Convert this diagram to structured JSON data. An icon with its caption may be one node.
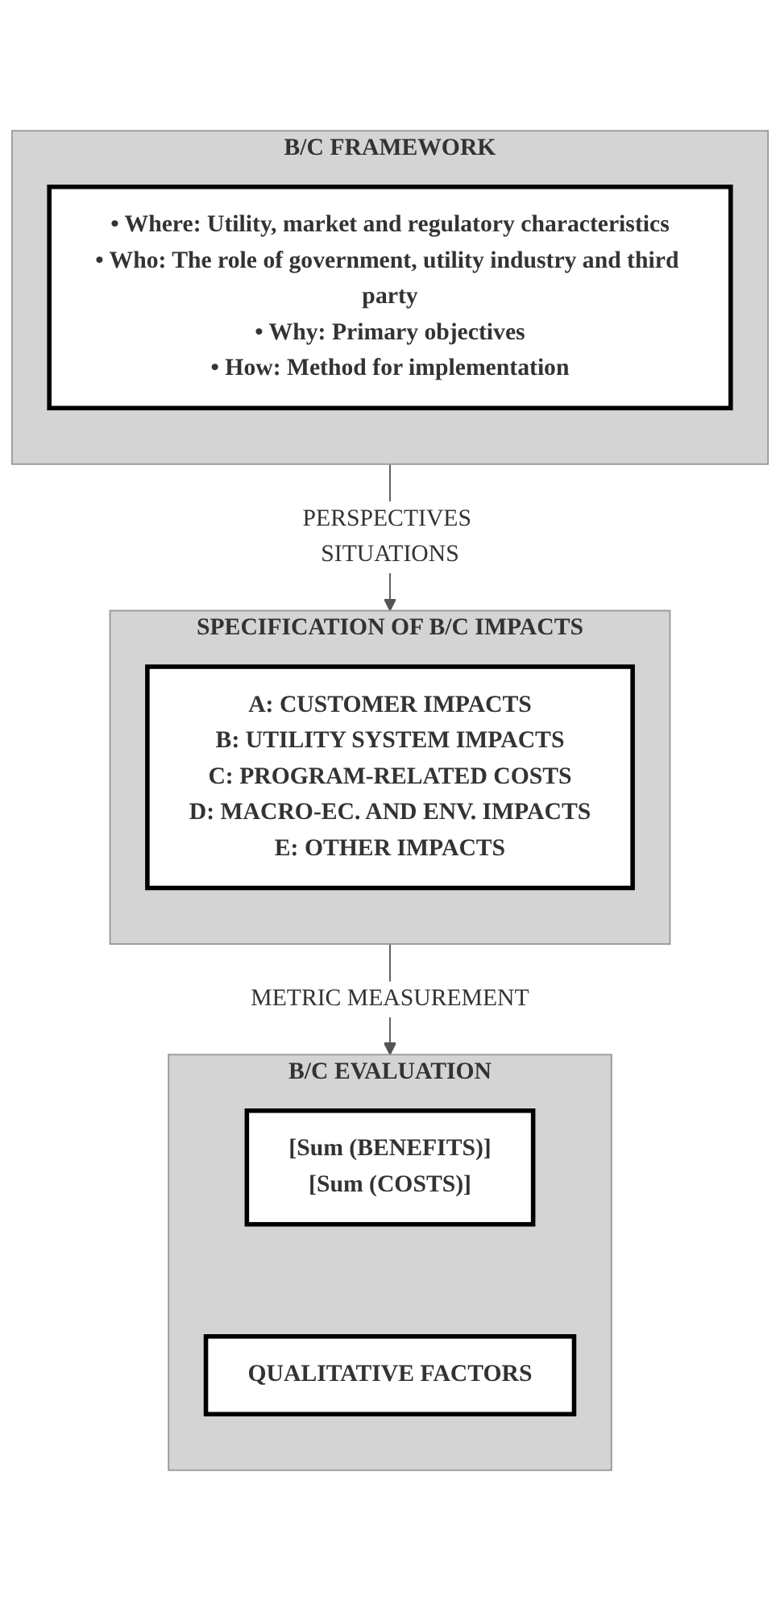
{
  "diagram": {
    "nodes": [
      {
        "text": [
          "B/C FRAMEWORK"
        ]
      },
      {
        "text": [
          "• Where: Utility, market and regulatory characteristics",
          "• Who: The role of government, utility industry and third party",
          "• Why: Primary objectives",
          "• How: Method for implementation"
        ],
        "in": 0
      },
      {
        "text": [
          "SPECIFICATION OF B/C IMPACTS"
        ]
      },
      {
        "text": [
          "A: CUSTOMER IMPACTS",
          "B: UTILITY SYSTEM IMPACTS",
          "C: PROGRAM-RELATED COSTS",
          "D: MACRO-EC. AND ENV. IMPACTS",
          "E: OTHER IMPACTS"
        ],
        "in": 2
      },
      {
        "text": [
          "B/C EVALUATION"
        ]
      },
      {
        "text": [
          "[Sum (BENEFITS)]",
          "[Sum (COSTS)]"
        ],
        "in": 4
      },
      {
        "text": [
          "QUALITATIVE FACTORS"
        ],
        "in": 4
      }
    ],
    "edges": [
      {
        "from": 0,
        "to": 2,
        "arrow": "to",
        "label": "PERSPECTIVES SITUATIONS"
      },
      {
        "from": 2,
        "to": 4,
        "arrow": "to",
        "label": "METRIC MEASUREMENT"
      }
    ]
  }
}
